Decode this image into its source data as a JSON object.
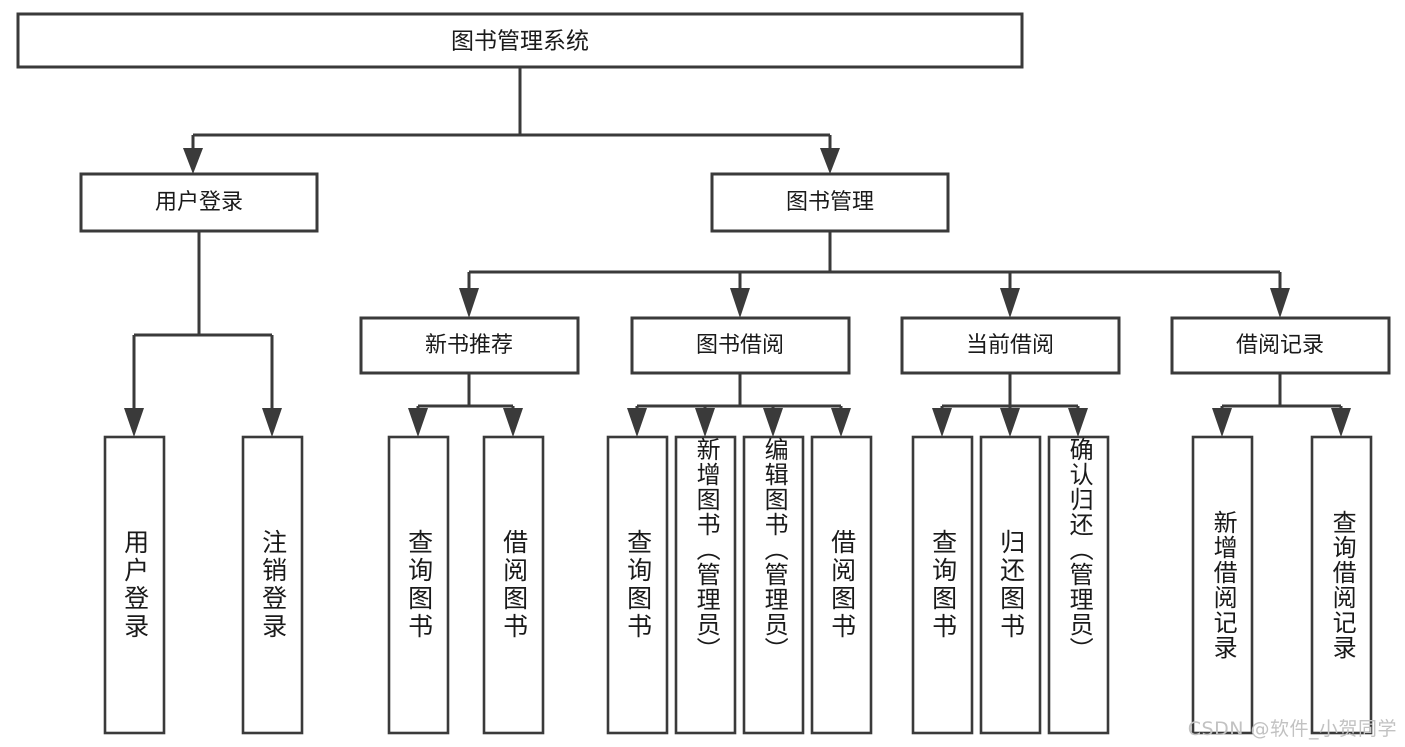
{
  "diagram": {
    "type": "tree-hierarchy-chart",
    "title": "图书管理系统",
    "colors": {
      "background": "#ffffff",
      "box_fill": "#ffffff",
      "box_stroke": "#3a3a3a",
      "text": "#1a1a1a",
      "watermark": "#c2c2c2"
    },
    "root": {
      "label": "图书管理系统"
    },
    "level2": [
      {
        "label": "用户登录"
      },
      {
        "label": "图书管理"
      }
    ],
    "level3": [
      {
        "label": "新书推荐"
      },
      {
        "label": "图书借阅"
      },
      {
        "label": "当前借阅"
      },
      {
        "label": "借阅记录"
      }
    ],
    "leaves": {
      "user_login": [
        {
          "label": "用户登录"
        },
        {
          "label": "注销登录"
        }
      ],
      "new_book_recommend": [
        {
          "label": "查询图书"
        },
        {
          "label": "借阅图书"
        }
      ],
      "book_borrow": [
        {
          "label": "查询图书"
        },
        {
          "label": "新增图书（管理员）"
        },
        {
          "label": "编辑图书（管理员）"
        },
        {
          "label": "借阅图书"
        }
      ],
      "current_borrow": [
        {
          "label": "查询图书"
        },
        {
          "label": "归还图书"
        },
        {
          "label": "确认归还（管理员）"
        }
      ],
      "borrow_record": [
        {
          "label": "新增借阅记录"
        },
        {
          "label": "查询借阅记录"
        }
      ]
    }
  },
  "watermark": {
    "text": "CSDN @软件_小贺同学"
  }
}
